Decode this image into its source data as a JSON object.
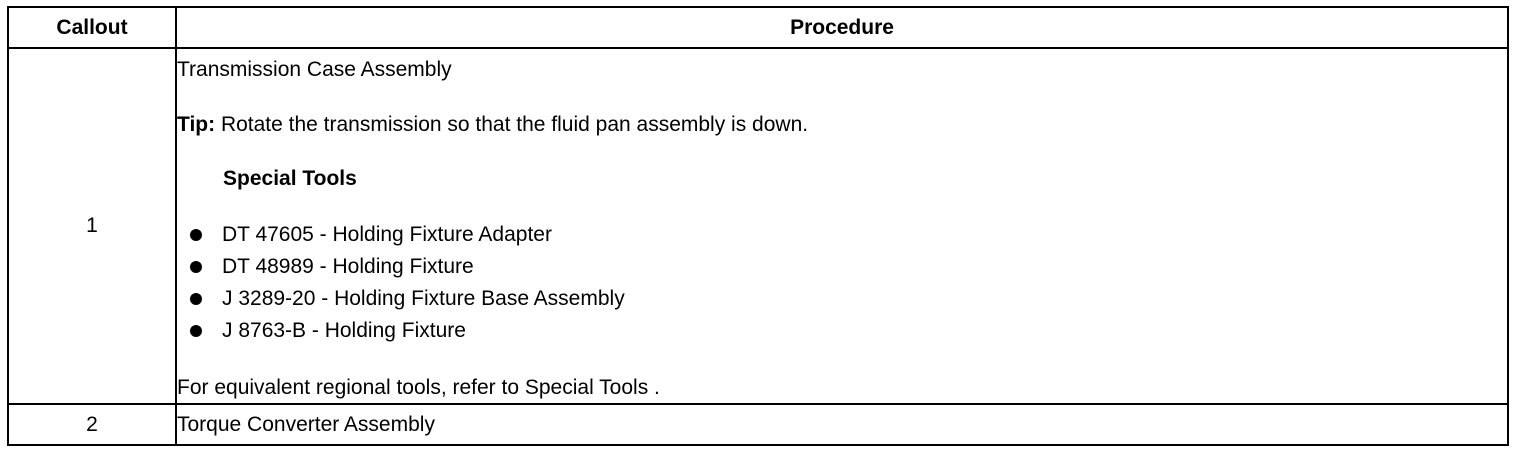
{
  "table": {
    "headers": {
      "callout": "Callout",
      "procedure": "Procedure"
    },
    "rows": [
      {
        "callout": "1",
        "title": "Transmission Case Assembly",
        "tip_label": "Tip:",
        "tip_text": " Rotate the transmission so that the fluid pan assembly is down.",
        "tools_heading": "Special Tools",
        "tools": [
          "DT 47605 - Holding Fixture Adapter",
          "DT 48989 - Holding Fixture",
          "J 3289-20 - Holding Fixture Base Assembly",
          "J 8763-B - Holding Fixture"
        ],
        "footer": "For equivalent regional tools, refer to Special Tools ."
      },
      {
        "callout": "2",
        "title": "Torque Converter Assembly"
      }
    ]
  }
}
